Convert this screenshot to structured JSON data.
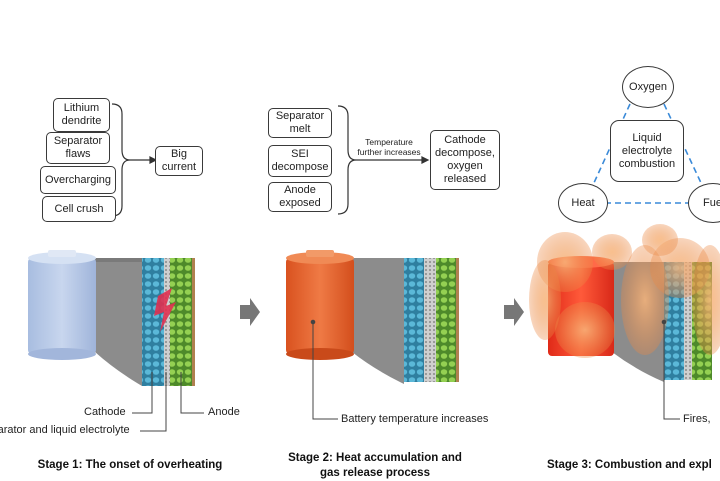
{
  "stage1": {
    "causes": [
      "Lithium\ndendrite",
      "Separator\nflaws",
      "Overcharging",
      "Cell crush"
    ],
    "result": "Big\ncurrent",
    "labels": {
      "cathode": "Cathode",
      "separator": "Separator and liquid electrolyte",
      "anode": "Anode"
    },
    "caption": "Stage 1: The onset of overheating"
  },
  "stage2": {
    "causes": [
      "Separator\nmelt",
      "SEI\ndecompose",
      "Anode\nexposed"
    ],
    "arrow_text": "Temperature\nfurther increases",
    "result": "Cathode\ndecompose,\noxygen\nreleased",
    "labels": {
      "battery": "Battery temperature increases"
    },
    "caption": "Stage 2: Heat accumulation and\ngas release process"
  },
  "stage3": {
    "oxygen": "Oxygen",
    "heat": "Heat",
    "fuel": "Fuel",
    "center": "Liquid\nelectrolyte\ncombustion",
    "labels": {
      "fires": "Fires, "
    },
    "caption": "Stage 3: Combustion and expl"
  },
  "colors": {
    "cell1": "#b8cbe8",
    "cell2": "#e0602c",
    "cell3": "#e83a25",
    "foil": "#9a9a9a",
    "cathode": "#4aa6c8",
    "anode": "#8ac64a",
    "flame": "#f0a060",
    "triangle": "#3a8ad8"
  }
}
